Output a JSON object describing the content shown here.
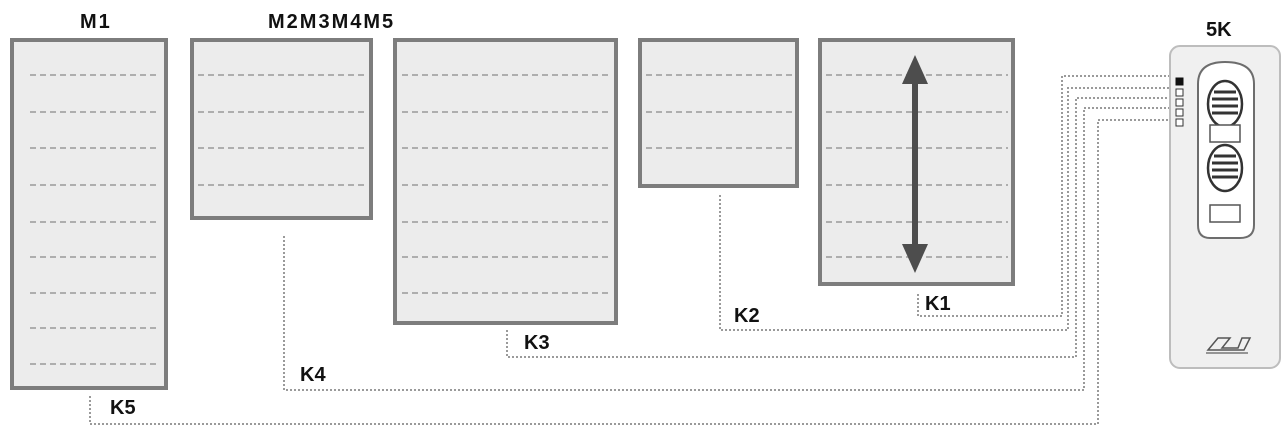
{
  "labels": {
    "m1": "M1",
    "m2_m5": "M2M3M4M5",
    "remote": "5K",
    "k1": "K1",
    "k2": "K2",
    "k3": "K3",
    "k4": "K4",
    "k5": "K5"
  },
  "colors": {
    "blind_fill": "#ececec",
    "blind_border": "#7d7d7d",
    "slat_line": "#9a9a9a",
    "arrow": "#4d4d4d",
    "wire": "#9a9a9a"
  },
  "icons": {
    "arrow": "double-vertical-arrow-icon",
    "remote": "remote-control-icon",
    "logo": "brand-logo-icon"
  }
}
